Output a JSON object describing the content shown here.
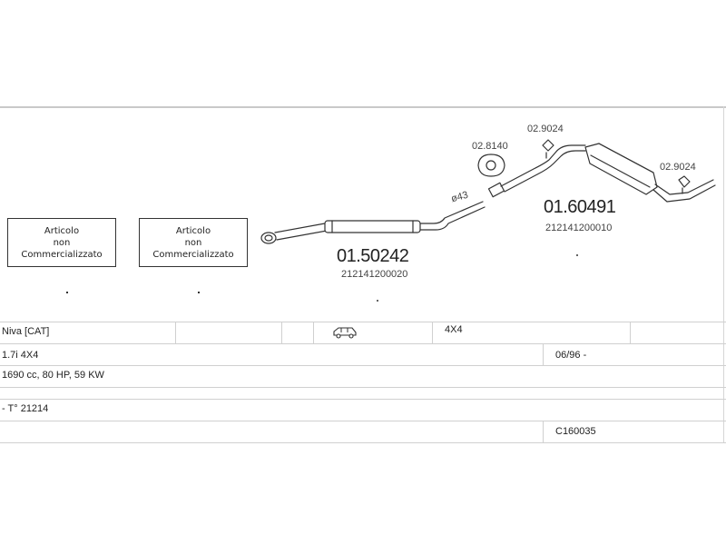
{
  "not_available_boxes": [
    {
      "line1": "Articolo",
      "line2": "non",
      "line3": "Commercializzato"
    },
    {
      "line1": "Articolo",
      "line2": "non",
      "line3": "Commercializzato"
    }
  ],
  "parts": {
    "front_code": "01.50242",
    "front_oem": "212141200020",
    "rear_code": "01.60491",
    "rear_oem": "212141200010",
    "clamp_label": "ø43",
    "gasket_code": "02.8140",
    "hanger_code_1": "02.9024",
    "hanger_code_2": "02.9024"
  },
  "vehicle": {
    "model": "Niva  [CAT]",
    "drive": "4X4",
    "engine": "1.7i 4X4",
    "date": "06/96 -",
    "power": "1690 cc, 80 HP, 59 KW",
    "type": "- T° 21214",
    "catalog_ref": "C160035"
  }
}
